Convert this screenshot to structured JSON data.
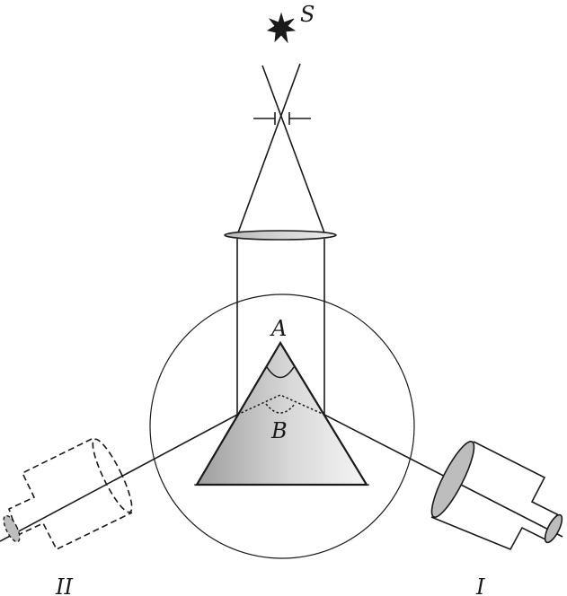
{
  "labels": {
    "source": "S",
    "apex": "A",
    "deviation": "B",
    "telescope_1": "I",
    "telescope_2": "II"
  },
  "colors": {
    "line": "#1a1a1a",
    "prism_light": "#f4f4f4",
    "prism_dark": "#a8a8a8",
    "lens_fill": "#cfcfcf"
  }
}
